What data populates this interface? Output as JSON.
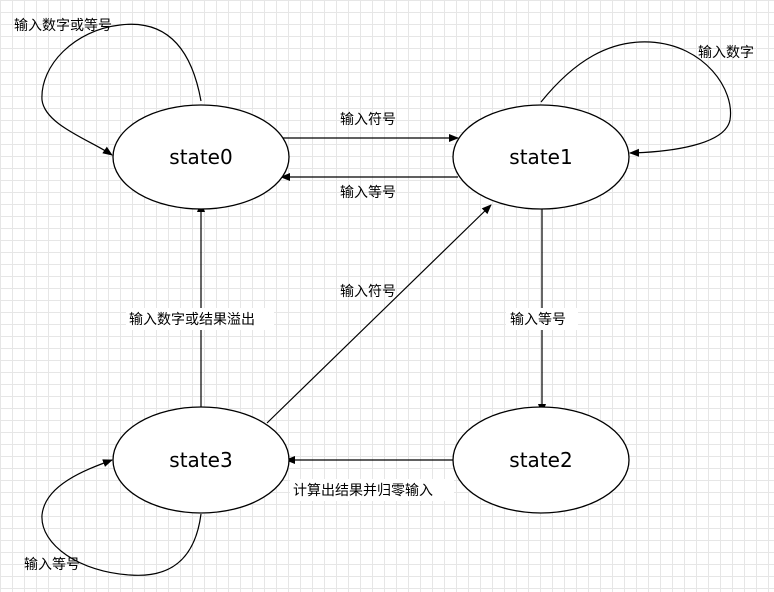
{
  "states": {
    "state0": "state0",
    "state1": "state1",
    "state2": "state2",
    "state3": "state3"
  },
  "transitions": {
    "s0_self": "输入数字或等号",
    "s0_to_s1": "输入符号",
    "s1_to_s0": "输入等号",
    "s1_self": "输入数字",
    "s1_to_s2": "输入等号",
    "s2_to_s3": "计算出结果并归零输入",
    "s3_to_s0": "输入数字或结果溢出",
    "s3_to_s1": "输入符号",
    "s3_self": "输入等号"
  }
}
